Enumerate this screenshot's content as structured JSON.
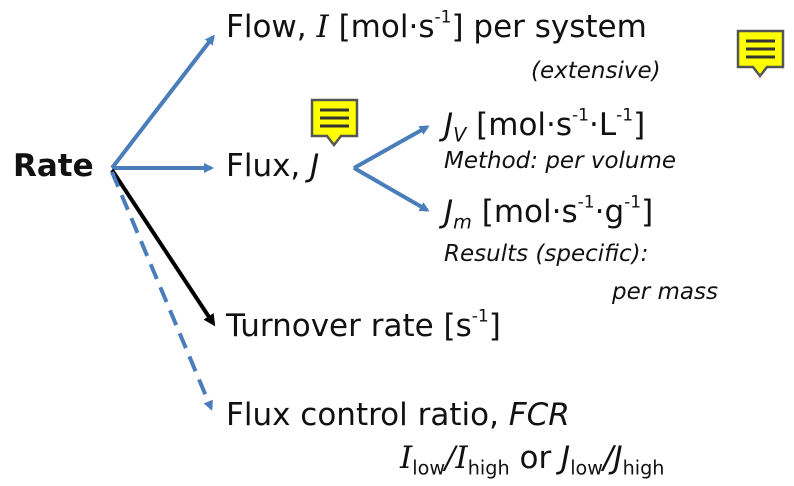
{
  "root": {
    "label": "Rate"
  },
  "nodes": {
    "flow": {
      "prefix": "Flow, ",
      "symbol": "I",
      "unit_open": " [mol·s",
      "unit_exp": "-1",
      "unit_close": "] per system",
      "note": "(extensive)"
    },
    "flux": {
      "prefix": "Flux, ",
      "symbol": "J"
    },
    "jv": {
      "symbol": "J",
      "subscript": "V",
      "unit_a": " [mol·s",
      "exp_a": "-1",
      "unit_b": "·L",
      "exp_b": "-1",
      "unit_c": "]",
      "note": "Method: per volume"
    },
    "jm": {
      "symbol": "J",
      "subscript": "m",
      "unit_a": " [mol·s",
      "exp_a": "-1",
      "unit_b": "·g",
      "exp_b": "-1",
      "unit_c": "]",
      "note_line1": "Results (specific):",
      "note_line2": "per mass"
    },
    "turnover": {
      "text": "Turnover rate [s",
      "exp": "-1",
      "close": "]"
    },
    "fcr": {
      "text": "Flux control ratio, ",
      "symbol": "FCR",
      "f1": "I",
      "f1_sub": "low",
      "slash1": "/",
      "f2": "I",
      "f2_sub": "high",
      "or": " or ",
      "f3": "J",
      "f3_sub": "low",
      "slash2": "/",
      "f4": "J",
      "f4_sub": "high"
    }
  },
  "colors": {
    "blue_arrow": "#4a7ebb",
    "black_arrow": "#000000",
    "note_icon_fill": "#ffff00",
    "note_icon_border": "#555555"
  },
  "icons": [
    "comment-note-icon",
    "comment-note-icon"
  ]
}
